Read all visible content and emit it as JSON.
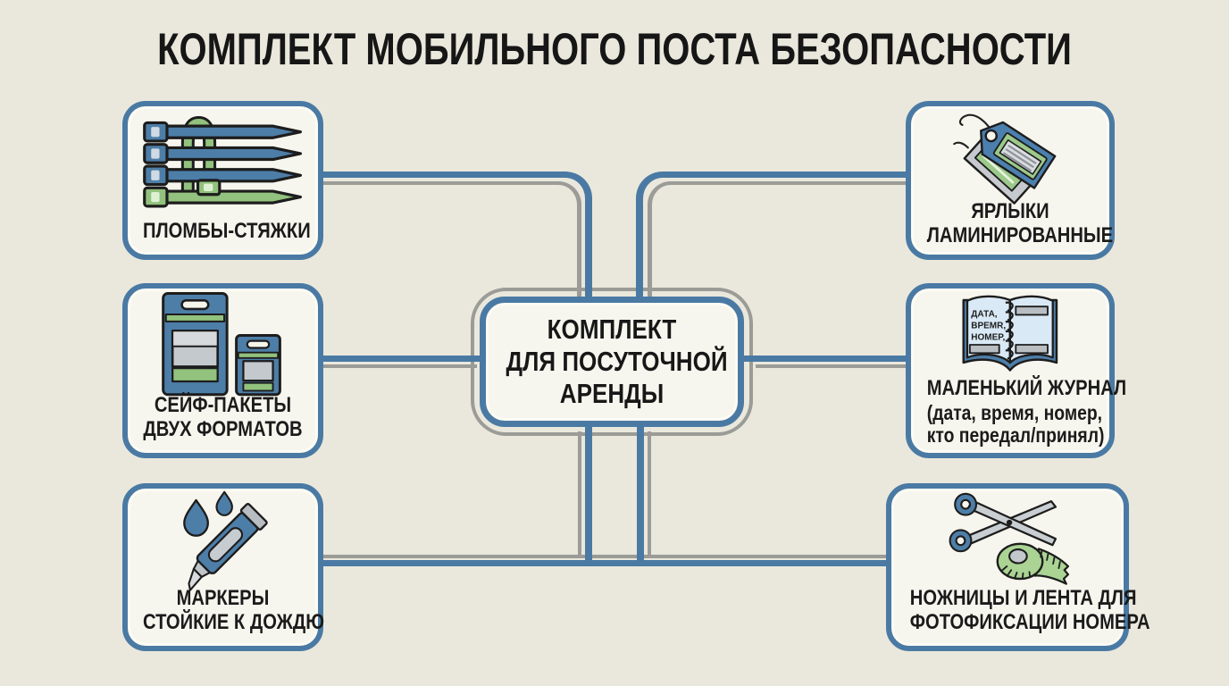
{
  "title": "КОМПЛЕКТ МОБИЛЬНОГО ПОСТА БЕЗОПАСНОСТИ",
  "center": {
    "label_lines": [
      "КОМПЛЕКТ",
      "ДЛЯ ПОСУТОЧНОЙ",
      "АРЕНДЫ"
    ]
  },
  "nodes": [
    {
      "id": "plomby",
      "label_lines": [
        "ПЛОМБЫ-СТЯЖКИ"
      ],
      "icon": "cable-ties-icon"
    },
    {
      "id": "safe-bags",
      "label_lines": [
        "СЕЙФ-ПАКЕТЫ",
        "ДВУХ ФОРМАТОВ"
      ],
      "icon": "safe-bags-icon"
    },
    {
      "id": "markers",
      "label_lines": [
        "МАРКЕРЫ",
        "СТОЙКИЕ К ДОЖДЮ"
      ],
      "icon": "marker-rain-icon"
    },
    {
      "id": "labels",
      "label_lines": [
        "ЯРЛЫКИ",
        "ЛАМИНИРОВАННЫЕ"
      ],
      "icon": "laminated-tags-icon"
    },
    {
      "id": "journal",
      "label_lines": [
        "МАЛЕНЬКИЙ ЖУРНАЛ"
      ],
      "sub_lines": [
        "(дата, время, номер,",
        "кто передал/принял)"
      ],
      "icon": "journal-icon",
      "icon_text": [
        "ДАТА,",
        "ВРЕМR,",
        "НОМЕР,"
      ]
    },
    {
      "id": "scissors-tape",
      "label_lines": [
        "НОЖНИЦЫ И ЛЕНТА ДЛЯ",
        "ФОТОФИКСАЦИИ НОМЕРА"
      ],
      "icon": "scissors-tape-icon"
    }
  ],
  "colors": {
    "background": "#eae8dc",
    "box_fill": "#f7f6ee",
    "accent_blue": "#4a7aa4",
    "line_gray": "#9b9b97",
    "outline_dark": "#1d1d1d",
    "accent_green": "#93c57e",
    "text": "#1b1b1b"
  }
}
